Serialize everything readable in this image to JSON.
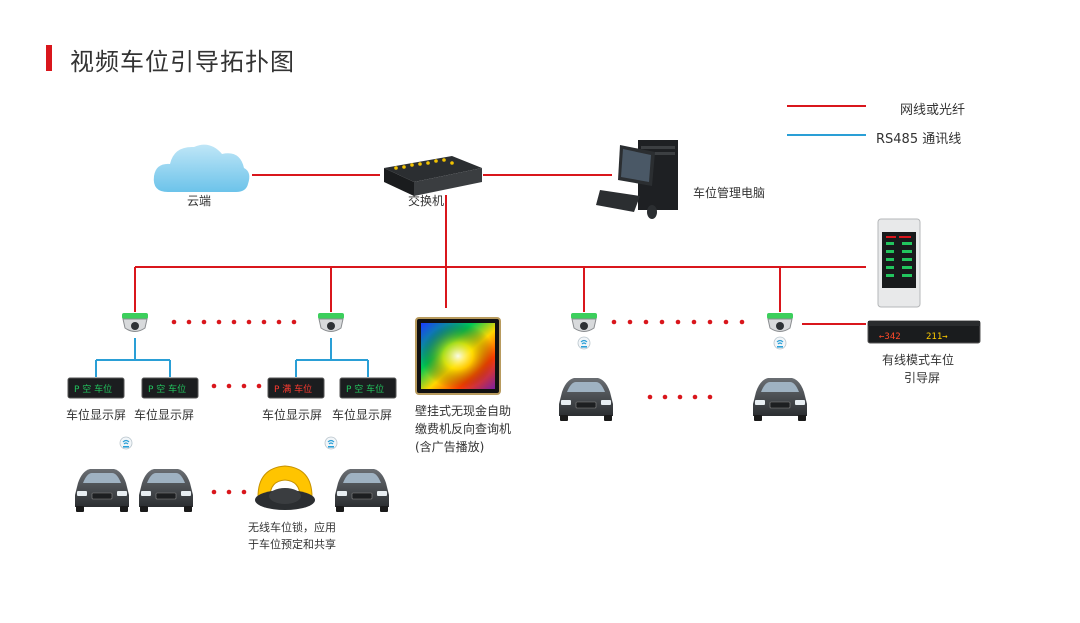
{
  "title": "视频车位引导拓扑图",
  "legend": {
    "fiber": "网线或光纤",
    "rs485": "RS485 通讯线"
  },
  "nodes": {
    "cloud": "云端",
    "switch": "交换机",
    "pc": "车位管理电脑",
    "wired_screen_line1": "有线模式车位",
    "wired_screen_line2": "引导屏",
    "display1": "车位显示屏",
    "display2": "车位显示屏",
    "display3": "车位显示屏",
    "display4": "车位显示屏",
    "kiosk_line1": "壁挂式无现金自助",
    "kiosk_line2": "缴费机反向查询机",
    "kiosk_line3": "(含广告播放)",
    "lock_line1": "无线车位锁，应用",
    "lock_line2": "于车位预定和共享"
  },
  "display_texts": {
    "p1": "P 空 车位",
    "p2": "P 空 车位",
    "p3": "P 满 车位",
    "p4": "P 空 车位",
    "guide_left": "←342",
    "guide_right": "211→"
  },
  "colors": {
    "network_line": "#d9161c",
    "rs485_line": "#2a9fd6",
    "accent": "#d9161c"
  }
}
